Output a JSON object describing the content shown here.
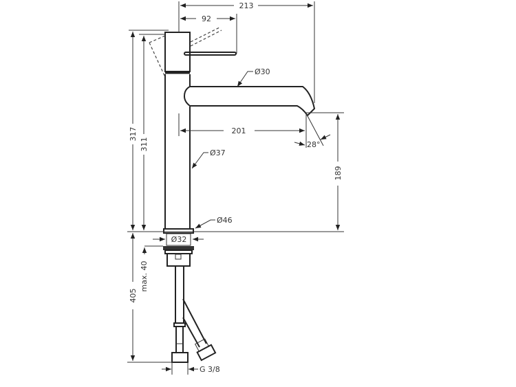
{
  "dimensions": {
    "overall_reach": "213",
    "lever_reach": "92",
    "spout_reach": "201",
    "total_height": "317",
    "body_height": "311",
    "spout_height": "189",
    "spout_angle": "28°",
    "spout_diameter": "Ø30",
    "body_diameter": "Ø37",
    "base_diameter": "Ø46",
    "shank_diameter": "Ø32",
    "hose_length": "405",
    "max_deck_thickness": "max. 40",
    "connection_thread": "G 3/8"
  }
}
